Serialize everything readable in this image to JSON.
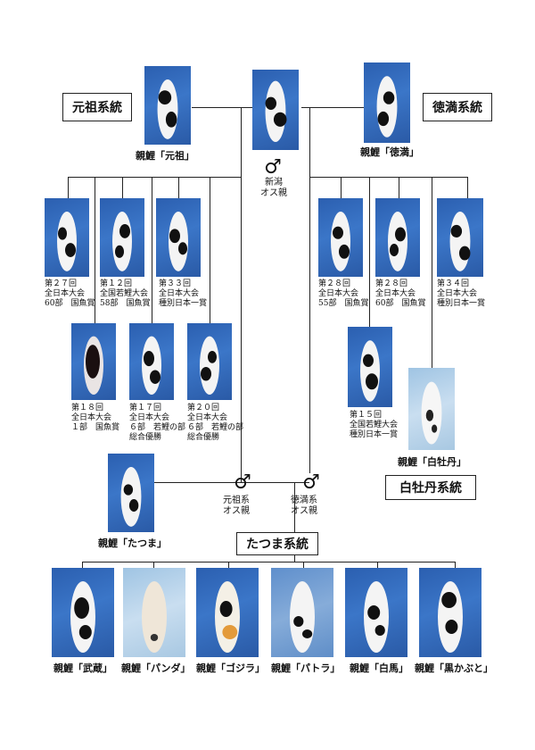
{
  "lineages": {
    "ganso": "元祖系統",
    "tokuman": "徳満系統",
    "hakubotan": "白牡丹系統",
    "tatsuma": "たつま系統"
  },
  "parents": {
    "ganso": "親鯉「元祖」",
    "tokuman": "親鯉「徳満」",
    "hakubotan": "親鯉「白牡丹」",
    "tatsuma": "親鯉「たつま」"
  },
  "male_symbol": "♂",
  "male_labels": {
    "niigata": "新潟\nオス親",
    "ganso": "元祖系\nオス親",
    "tokuman": "徳満系\nオス親"
  },
  "awards": {
    "a1": "第２７回\n全日本大会\n60部　国魚賞",
    "a2": "第１２回\n全国若鯉大会\n58部　国魚賞",
    "a3": "第３３回\n全日本大会\n種別日本一賞",
    "a4": "第１８回\n全日本大会\n１部　国魚賞",
    "a5": "第１７回\n全日本大会\n６部　若鯉の部\n総合優勝",
    "a6": "第２０回\n全日本大会\n６部　若鯉の部\n総合優勝",
    "a7": "第２８回\n全日本大会\n55部　国魚賞",
    "a8": "第２８回\n全日本大会\n60部　国魚賞",
    "a9": "第３４回\n全日本大会\n種別日本一賞",
    "a10": "第１５回\n全国若鯉大会\n種別日本一賞"
  },
  "offspring": [
    "親鯉「武蔵」",
    "親鯉「パンダ」",
    "親鯉「ゴジラ」",
    "親鯉「パトラ」",
    "親鯉「白馬」",
    "親鯉「黒かぶと」"
  ]
}
